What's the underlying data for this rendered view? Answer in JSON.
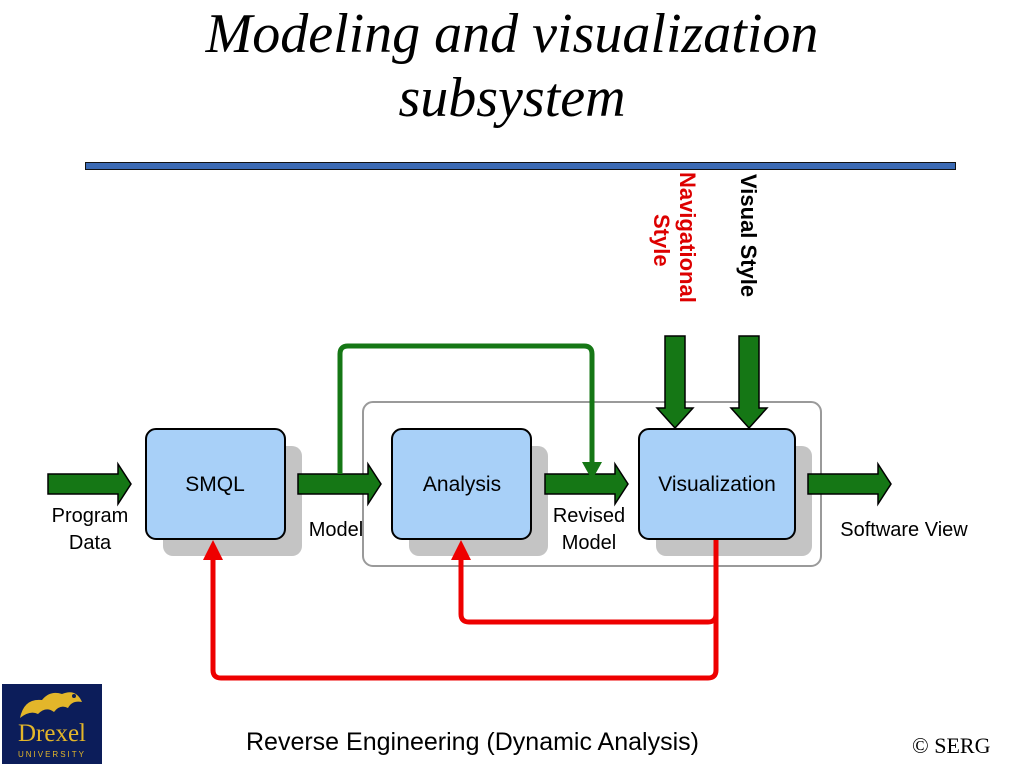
{
  "slide": {
    "title_line1": "Modeling and visualization",
    "title_line2": "subsystem",
    "footer": "Reverse Engineering (Dynamic Analysis)",
    "copyright": "© SERG"
  },
  "diagram": {
    "boxes": {
      "smql": "SMQL",
      "analysis": "Analysis",
      "visualization": "Visualization"
    },
    "labels": {
      "program_data_line1": "Program",
      "program_data_line2": "Data",
      "model": "Model",
      "revised_model_line1": "Revised",
      "revised_model_line2": "Model",
      "software_view": "Software View",
      "navigational_style_line1": "Navigational",
      "navigational_style_line2": "Style",
      "visual_style": "Visual Style"
    },
    "colors": {
      "box_fill": "#a8d0f8",
      "input_arrow": "#157715",
      "feedback_arrow": "#ee0000",
      "navigational_style_text": "#dd0000",
      "rule": "#3b6ab4"
    }
  },
  "logo": {
    "name": "Drexel",
    "subtitle": "UNIVERSITY"
  }
}
